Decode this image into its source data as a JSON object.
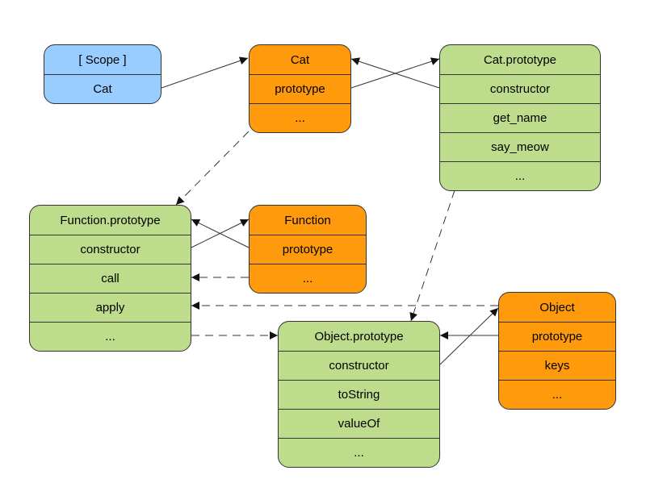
{
  "scope": {
    "title": "[ Scope ]",
    "items": [
      "Cat"
    ]
  },
  "cat": {
    "title": "Cat",
    "items": [
      "prototype",
      "..."
    ]
  },
  "cat_prototype": {
    "title": "Cat.prototype",
    "items": [
      "constructor",
      "get_name",
      "say_meow",
      "..."
    ]
  },
  "function_prototype": {
    "title": "Function.prototype",
    "items": [
      "constructor",
      "call",
      "apply",
      "..."
    ]
  },
  "function_obj": {
    "title": "Function",
    "items": [
      "prototype",
      "..."
    ]
  },
  "object_prototype": {
    "title": "Object.prototype",
    "items": [
      "constructor",
      "toString",
      "valueOf",
      "..."
    ]
  },
  "object_obj": {
    "title": "Object",
    "items": [
      "prototype",
      "keys",
      "..."
    ]
  },
  "colors": {
    "scope": "#99ccff",
    "prototype_object": "#bddd8d",
    "constructor_function": "#ff9a0c",
    "edge": "#333333"
  }
}
